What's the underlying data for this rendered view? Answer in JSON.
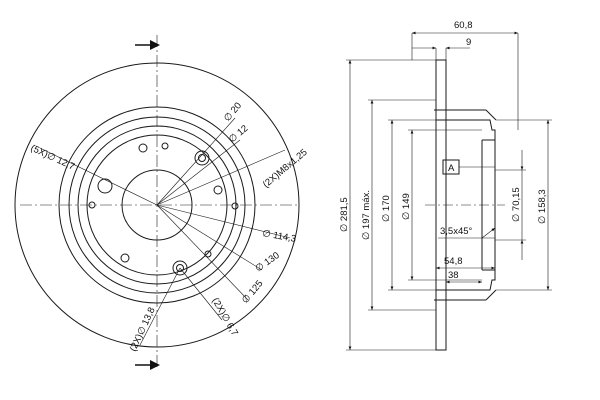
{
  "labels": {
    "d20": "∅ 20",
    "d12": "∅ 12",
    "five_x_d12_7": "(5X)∅ 12,7",
    "two_x_m8x125": "(2X)M8x1,25",
    "d114_3": "∅ 114,3",
    "d130": "∅ 130",
    "d125": "∅ 125",
    "two_x_d6_7": "(2X)∅ 6,7",
    "two_x_d13_8": "(2X)∅ 13,8",
    "dim_60_8": "60,8",
    "dim_9": "9",
    "d281_5": "∅ 281,5",
    "d197max": "∅ 197 máx.",
    "d170": "∅ 170",
    "d149": "∅ 149",
    "d70_15": "∅ 70,15",
    "d158_3": "∅ 158,3",
    "chamfer": "3,5x45°",
    "dim_54_8": "54,8",
    "dim_38": "38",
    "datum_a": "A"
  }
}
